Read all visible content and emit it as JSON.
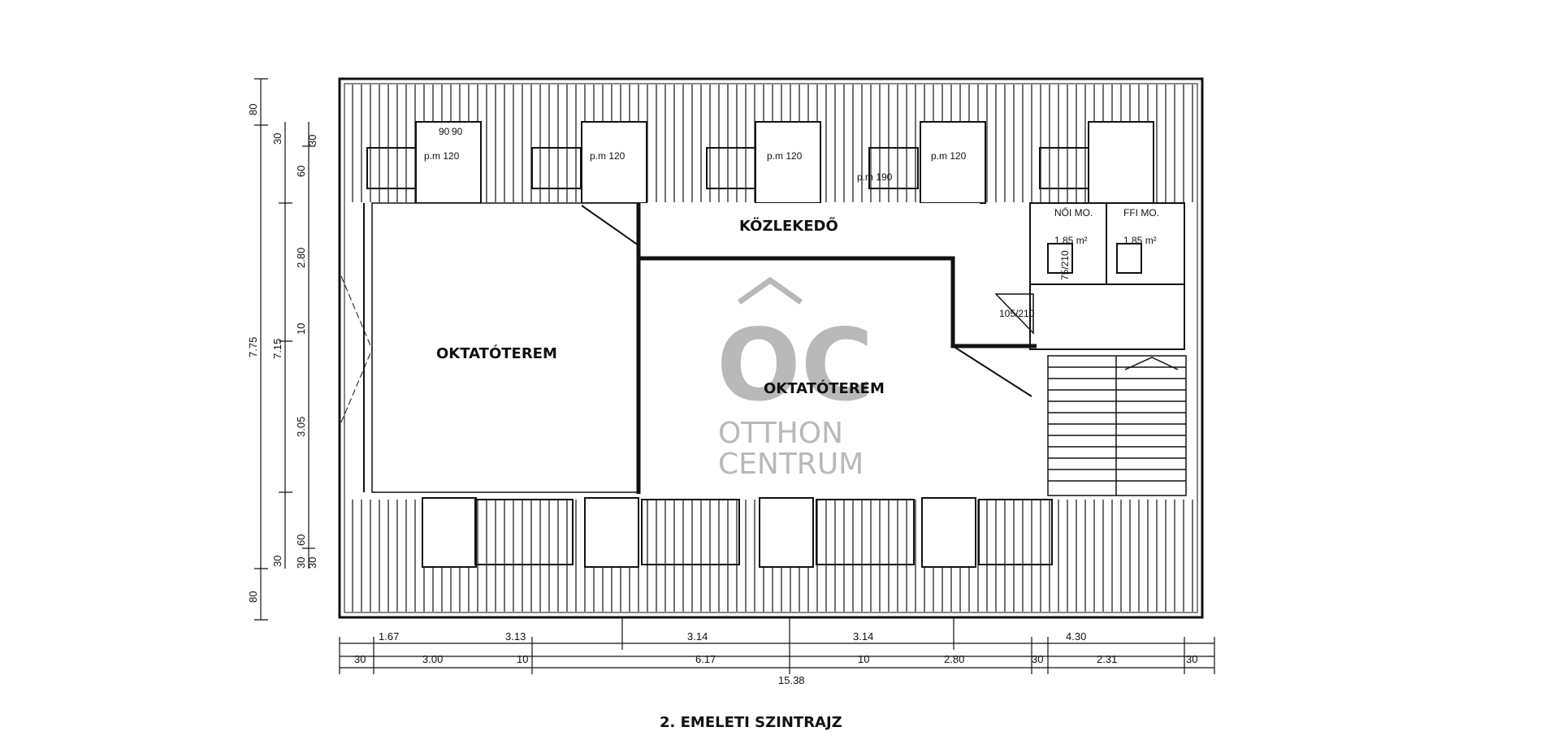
{
  "plan": {
    "caption": "2. EMELETI SZINTRAJZ",
    "rooms": {
      "room_left": "OKTATÓTEREM",
      "room_center": "OKTATÓTEREM",
      "corridor": "KÖZLEKEDŐ"
    },
    "watermark": {
      "monogram": "OC",
      "line1": "OTTHON",
      "line2": "CENTRUM"
    },
    "dims_left_outer": [
      "80",
      "7.75",
      "80"
    ],
    "dims_left_mid": [
      "30",
      "60",
      "2.80",
      "10",
      "7.15",
      "3.05",
      "60",
      "30"
    ],
    "dims_left_inner": [
      "30",
      "30",
      "30"
    ],
    "dims_bottom_1": [
      "1.67",
      "3.13",
      "3.14",
      "3.14",
      "4.30"
    ],
    "dims_bottom_2": [
      "30",
      "3.00",
      "10",
      "6.17",
      "10",
      "2.80",
      "30",
      "2.31",
      "30"
    ],
    "dims_bottom_total": "15.38",
    "window_notes": [
      "90",
      "90",
      "p.m 120",
      "p.m 190",
      "p.m 120",
      "p.m 120",
      "p.m 120"
    ],
    "wc": {
      "left": "NŐI MO.",
      "right": "FFI MO.",
      "left_area": "1.85 m²",
      "right_area": "1.85 m²",
      "door1": "75/210",
      "door2": "105/210"
    }
  }
}
